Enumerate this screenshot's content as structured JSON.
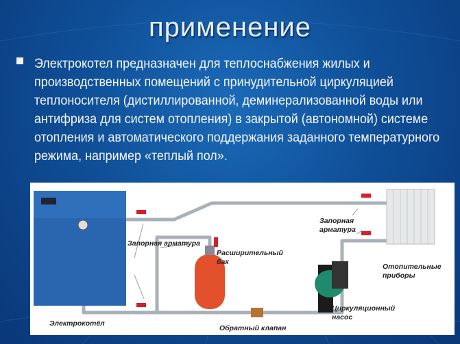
{
  "slide": {
    "title": "применение",
    "bullet_text": "Электрокотел предназначен для теплоснабжения жилых и производственных помещений с принудительной циркуляцией теплоносителя (дистиллированной, деминерализованной воды или антифриза для систем отопления) в закрытой (автономной) системе отопления и автоматического поддержания заданного температурного режима, например «теплый пол»."
  },
  "diagram": {
    "labels": {
      "valves_left": "Запорная арматура",
      "valves_right": "Запорная арматура",
      "expansion_tank": "Расширительный бак",
      "heaters": "Отопительные приборы",
      "pump": "Циркуляционный насос",
      "boiler": "Электрокотёл",
      "check_valve": "Обратный клапан"
    }
  },
  "colors": {
    "background": "#0f4f98",
    "boiler": "#2a66b0",
    "tank": "#e2502c",
    "pump": "#1f8a6e",
    "valve": "#d4202a"
  }
}
